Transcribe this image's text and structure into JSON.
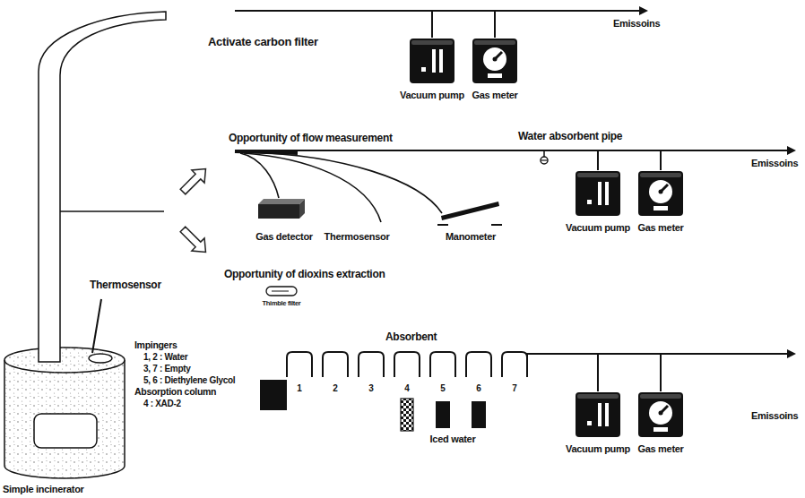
{
  "diagram": {
    "nodes": [
      {
        "text": [
          "Vacuum pump"
        ]
      },
      {
        "text": [
          "Gas meter"
        ]
      },
      {
        "text": [
          "Vacuum pump"
        ]
      },
      {
        "text": [
          "Gas meter"
        ]
      },
      {
        "text": [
          "Vacuum pump"
        ]
      },
      {
        "text": [
          "Gas meter"
        ]
      }
    ],
    "edges": [
      {
        "from": 0,
        "to": 1,
        "arrow": "none"
      },
      {
        "from": 2,
        "to": 3,
        "arrow": "none"
      },
      {
        "from": 4,
        "to": 5,
        "arrow": "none"
      }
    ],
    "labels": [
      "Activate carbon filter",
      "Emissoins",
      "Opportunity of flow measurement",
      "Water absorbent pipe",
      "Gas detector",
      "Thermosensor",
      "Manometer",
      "Emissoins",
      "Thermosensor",
      "Opportunity of dioxins extraction",
      "Thimble filter",
      "Impingers",
      "1, 2 : Water",
      "3, 7 : Empty",
      "5, 6 : Diethylene Glycol",
      "Absorption column",
      "4 : XAD-2",
      "Absorbent",
      "1",
      "2",
      "3",
      "4",
      "5",
      "6",
      "7",
      "Iced water",
      "Emissoins",
      "Simple incinerator"
    ]
  }
}
